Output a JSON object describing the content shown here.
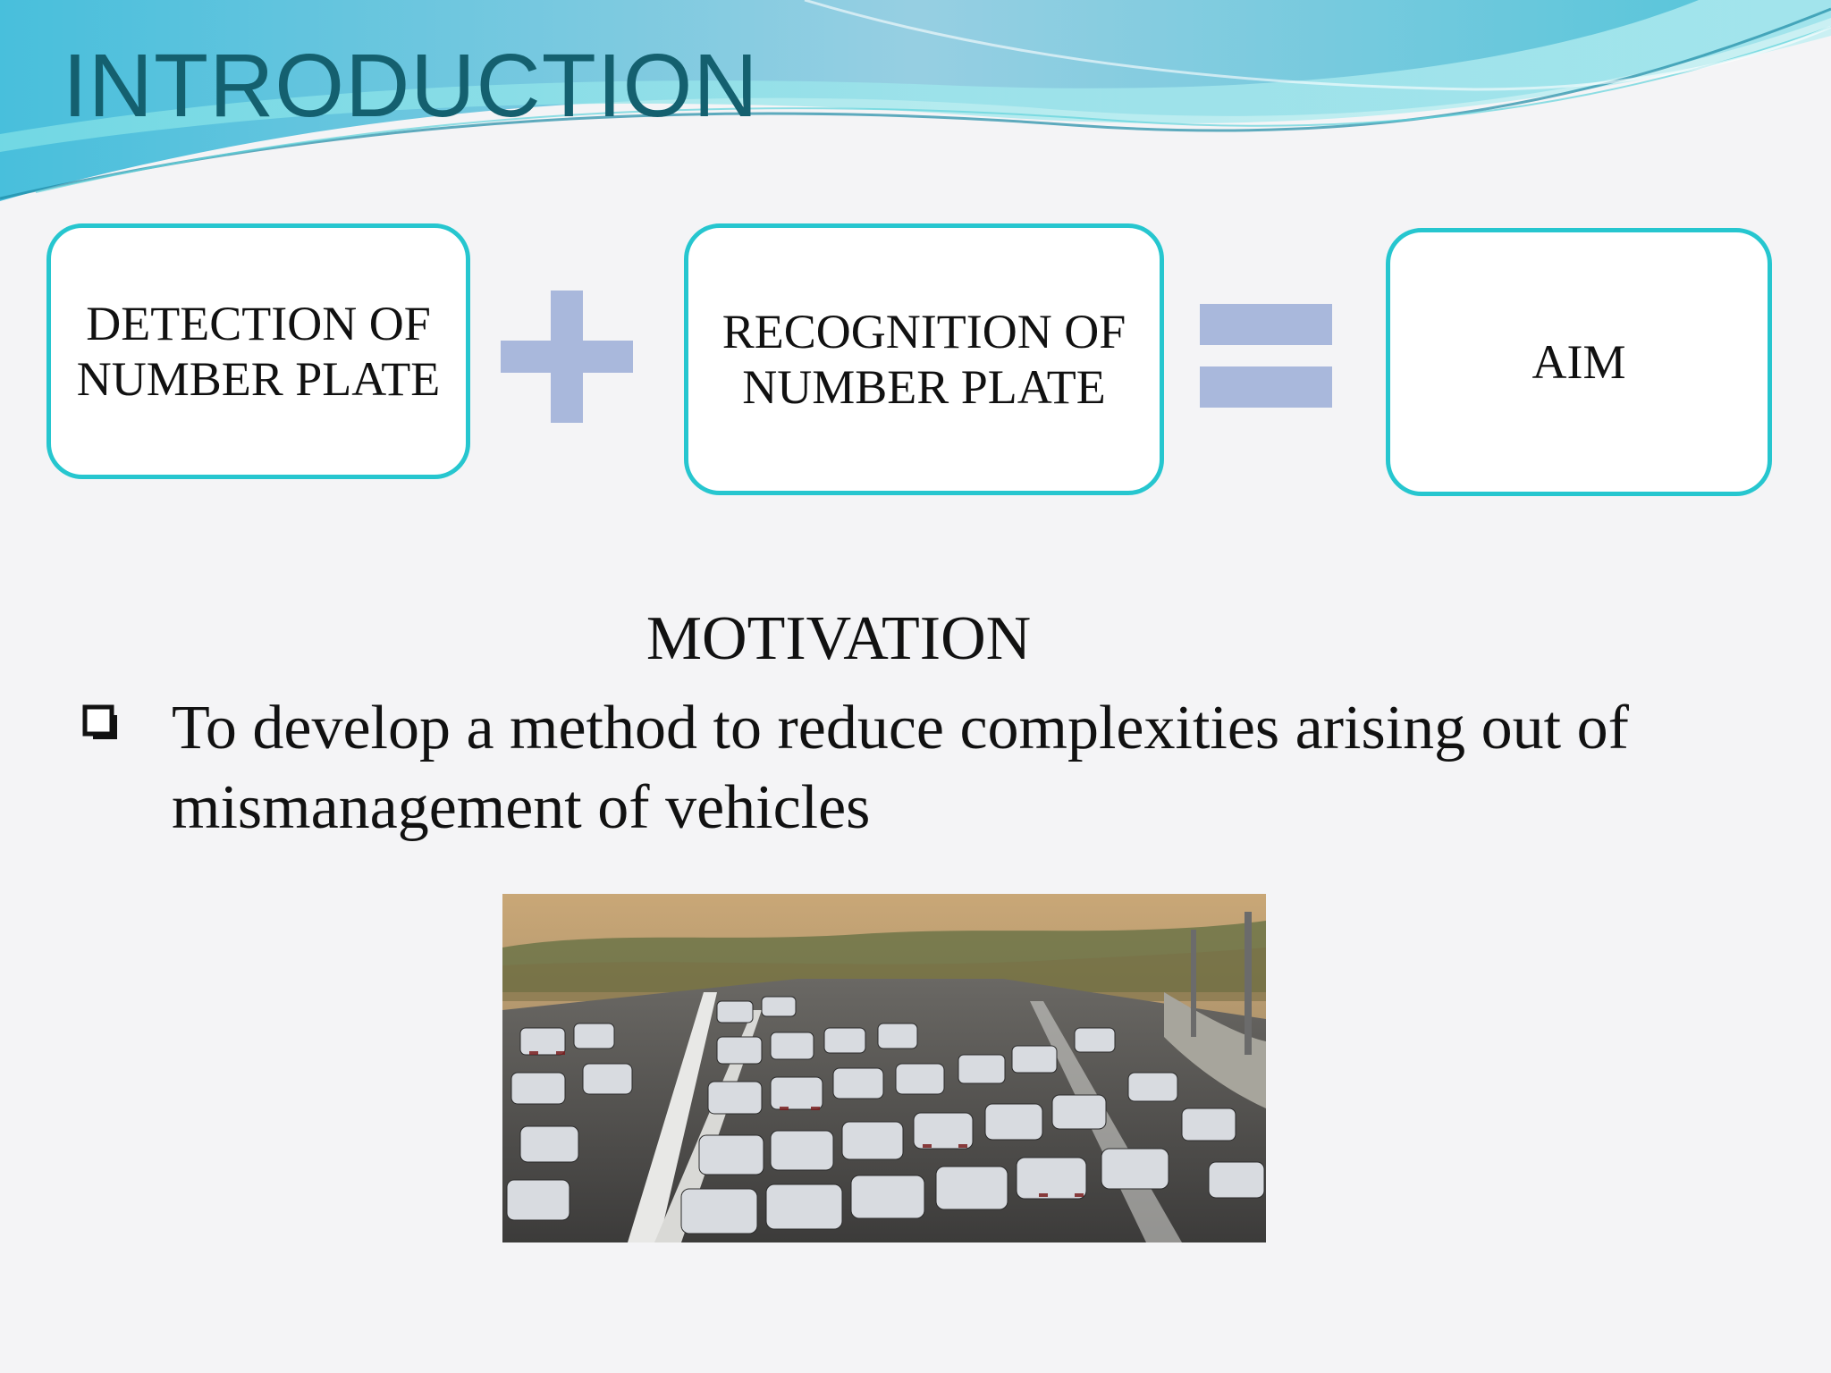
{
  "slide": {
    "title": "INTRODUCTION",
    "equation": {
      "term1": "DETECTION OF\nNUMBER PLATE",
      "operator1": "plus-icon",
      "term2": "RECOGNITION OF\nNUMBER PLATE",
      "operator2": "equals-icon",
      "result": "AIM"
    },
    "section_heading": "MOTIVATION",
    "bullets": [
      {
        "icon": "checkbox-bullet-icon",
        "text": "To develop a method to reduce complexities arising out of mismanagement of vehicles"
      }
    ],
    "image": {
      "subject": "traffic-jam-photo"
    }
  },
  "colors": {
    "title": "#14606f",
    "box_border": "#26c6cf",
    "operator": "#a9b8dc",
    "wave_dark": "#5ab6d6",
    "wave_light": "#8fe3ea"
  }
}
